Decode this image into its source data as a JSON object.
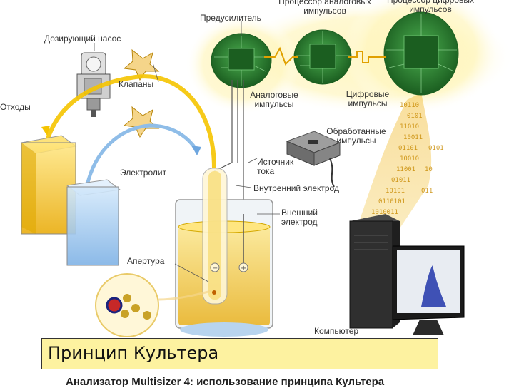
{
  "labels": {
    "preamp": "Предусилитель",
    "analog_processor": "Процессор аналоговых\nимпульсов",
    "digital_processor": "Процессор цифровых\nимпульсов",
    "pump": "Дозирующий насос",
    "valves": "Клапаны",
    "waste": "Отходы",
    "analog_pulses": "Аналоговые\nимпульсы",
    "digital_pulses": "Цифровые\nимпульсы",
    "processed_pulses": "Обработанные\nимпульсы",
    "current_source": "Источник\nтока",
    "electrolyte": "Электролит",
    "inner_electrode": "Внутренний электрод",
    "outer_electrode": "Внешний\nэлектрод",
    "aperture": "Апертура",
    "computer": "Компьютер"
  },
  "caption": "Принцип Культера",
  "bottom_text": "Анализатор Multisizer 4: использование принципа Культера",
  "colors": {
    "circuit_green": "#2e7d32",
    "glow": "#fff3b0",
    "electrolyte_yellow": "#f4c430",
    "electrolyte_blue": "#9ec8f0",
    "caption_bg": "#fdf2a0"
  }
}
